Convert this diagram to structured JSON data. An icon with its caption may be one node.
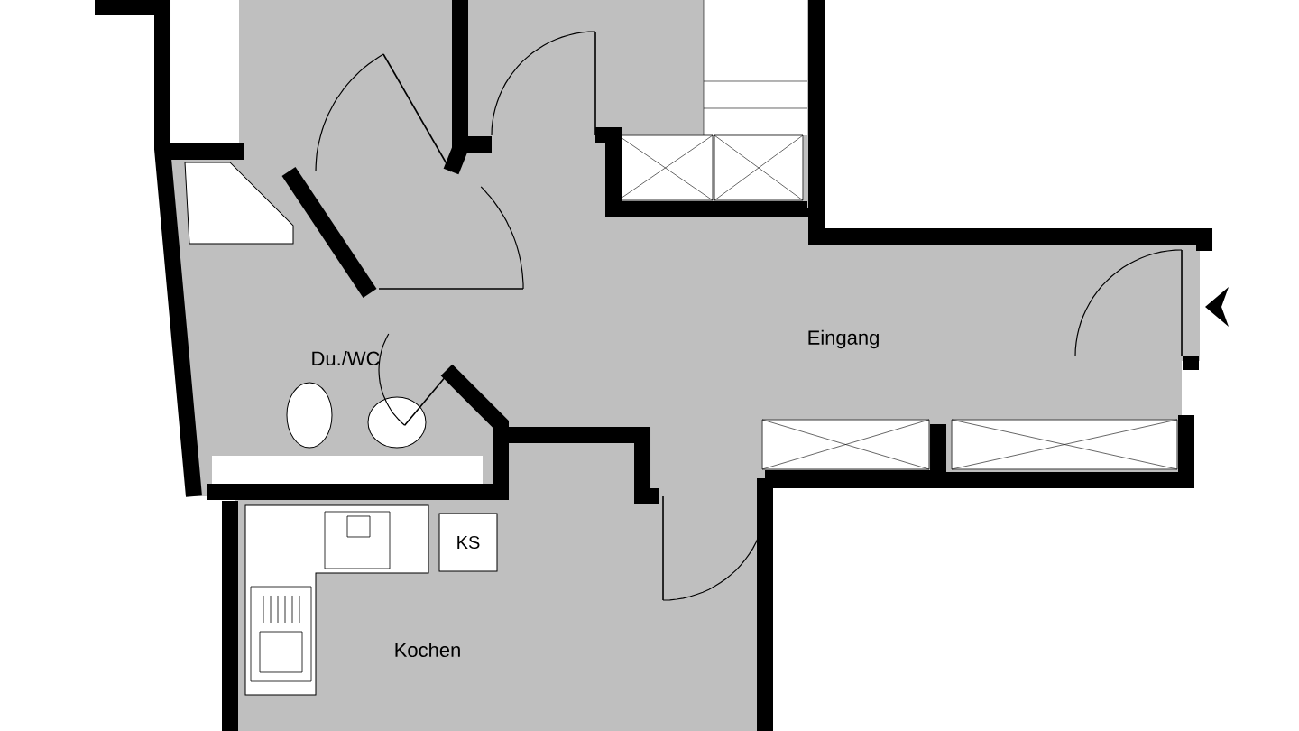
{
  "diagram": {
    "nodes": [
      {
        "text": [
          "KS"
        ]
      }
    ],
    "labels": [
      "Du./WC",
      "Eingang",
      "Kochen"
    ]
  }
}
